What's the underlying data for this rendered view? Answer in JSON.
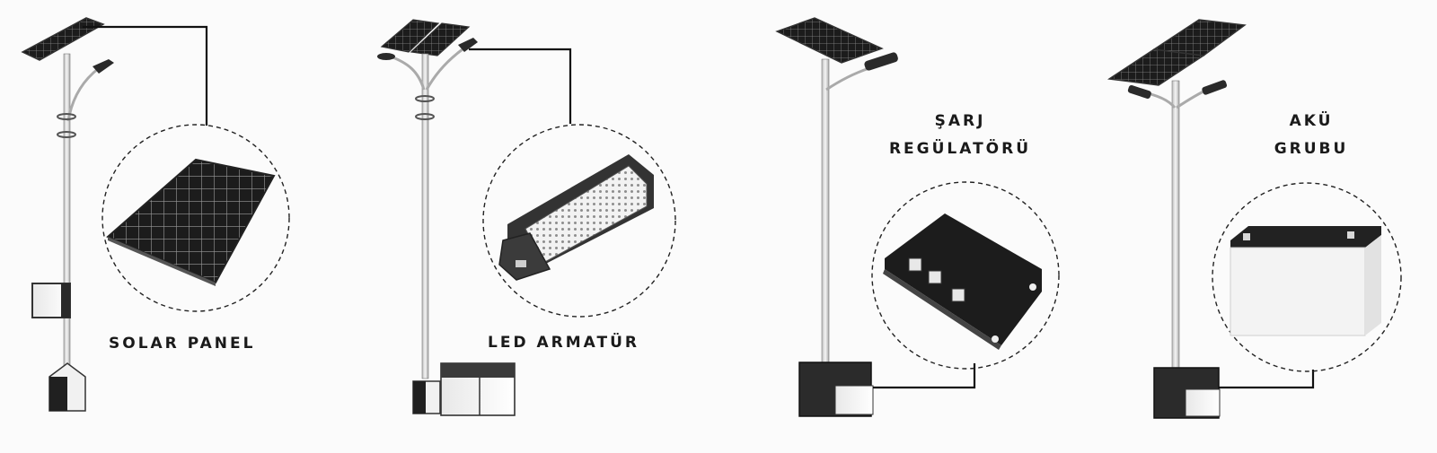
{
  "components": [
    {
      "id": "solar-panel",
      "lines": [
        "SOLAR PANEL"
      ]
    },
    {
      "id": "led-armatur",
      "lines": [
        "LED ARMATÜR"
      ]
    },
    {
      "id": "sarj-regulatoru",
      "lines": [
        "ŞARJ",
        "REGÜLATÖRÜ"
      ]
    },
    {
      "id": "aku-grubu",
      "lines": [
        "AKÜ",
        "GRUBU"
      ]
    }
  ],
  "colors": {
    "background": "#fbfbfb",
    "ink": "#1a1a1a",
    "pole": "#d6d6d6",
    "panel": "#1b1b1b",
    "connector_line": "#111111"
  }
}
